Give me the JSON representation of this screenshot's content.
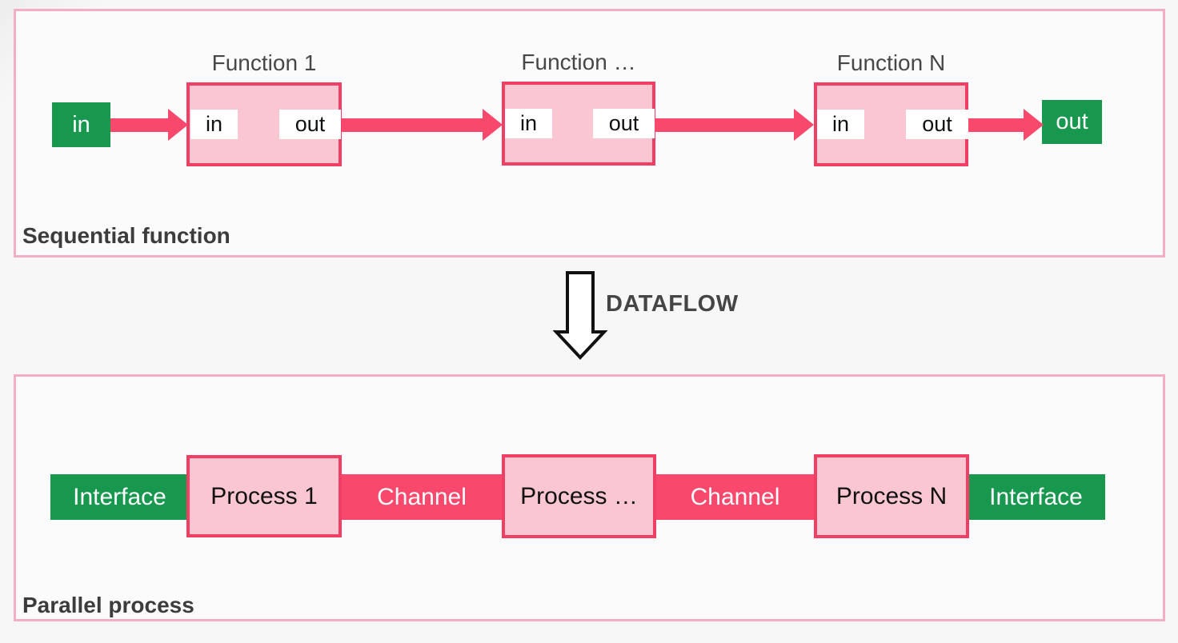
{
  "colors": {
    "green": "#18984F",
    "pink": "#F8496D",
    "box_fill": "#F9C6D2",
    "box_border": "#F03E64",
    "panel_border": "#F4AEC3",
    "text_dark": "#3C3C3C"
  },
  "icons": {
    "flow-arrow": "solid-right-arrow",
    "dataflow-arrow": "hollow-down-arrow"
  },
  "sequential": {
    "label": "Sequential function",
    "input": "in",
    "output": "out",
    "functions": [
      {
        "title": "Function 1",
        "in": "in",
        "out": "out"
      },
      {
        "title": "Function …",
        "in": "in",
        "out": "out"
      },
      {
        "title": "Function N",
        "in": "in",
        "out": "out"
      }
    ]
  },
  "dataflow": {
    "label": "DATAFLOW"
  },
  "parallel": {
    "label": "Parallel process",
    "interface_left": "Interface",
    "interface_right": "Interface",
    "processes": [
      "Process 1",
      "Process …",
      "Process N"
    ],
    "channels": [
      "Channel",
      "Channel"
    ]
  }
}
